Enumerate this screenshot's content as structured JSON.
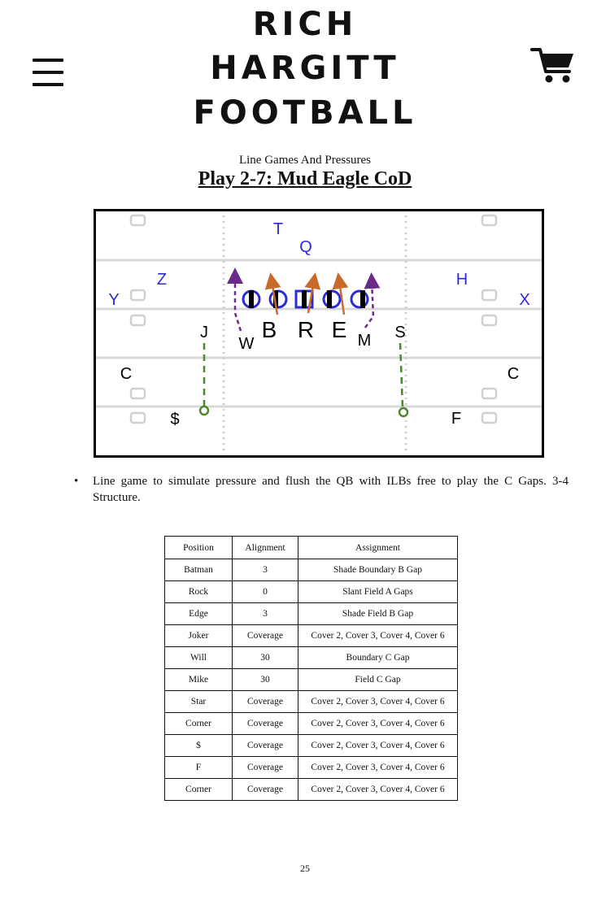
{
  "brand": {
    "line1": "RICH",
    "line2": "HARGITT",
    "line3": "FOOTBALL"
  },
  "doc": {
    "subtitle": "Line Games And Pressures",
    "title": "Play 2-7: Mud Eagle CoD",
    "bullet": "Line game to simulate pressure and flush the QB with ILBs free to play the C Gaps. 3-4 Structure.",
    "page_number": "25"
  },
  "diagram": {
    "offense_labels": {
      "t": "T",
      "q": "Q",
      "z": "Z",
      "y": "Y",
      "h": "H",
      "x": "X"
    },
    "defense_labels": {
      "b": "B",
      "r": "R",
      "e": "E",
      "w": "W",
      "m": "M",
      "j": "J",
      "s": "S",
      "c_left": "C",
      "c_right": "C",
      "dollar": "$",
      "f": "F"
    },
    "colors": {
      "offense": "#2b2bd6",
      "rush": "#c96a2a",
      "backer": "#6a2a8a",
      "coverage": "#4a8a2a",
      "line": "#000000"
    }
  },
  "table": {
    "headers": [
      "Position",
      "Alignment",
      "Assignment"
    ],
    "rows": [
      [
        "Batman",
        "3",
        "Shade Boundary B Gap"
      ],
      [
        "Rock",
        "0",
        "Slant Field A Gaps"
      ],
      [
        "Edge",
        "3",
        "Shade Field B Gap"
      ],
      [
        "Joker",
        "Coverage",
        "Cover 2, Cover 3, Cover 4, Cover 6"
      ],
      [
        "Will",
        "30",
        "Boundary C Gap"
      ],
      [
        "Mike",
        "30",
        "Field C Gap"
      ],
      [
        "Star",
        "Coverage",
        "Cover 2, Cover 3, Cover 4, Cover 6"
      ],
      [
        "Corner",
        "Coverage",
        "Cover 2, Cover 3, Cover 4, Cover 6"
      ],
      [
        "$",
        "Coverage",
        "Cover 2, Cover 3, Cover 4, Cover 6"
      ],
      [
        "F",
        "Coverage",
        "Cover 2, Cover 3, Cover 4, Cover 6"
      ],
      [
        "Corner",
        "Coverage",
        "Cover 2, Cover 3, Cover 4, Cover 6"
      ]
    ]
  }
}
